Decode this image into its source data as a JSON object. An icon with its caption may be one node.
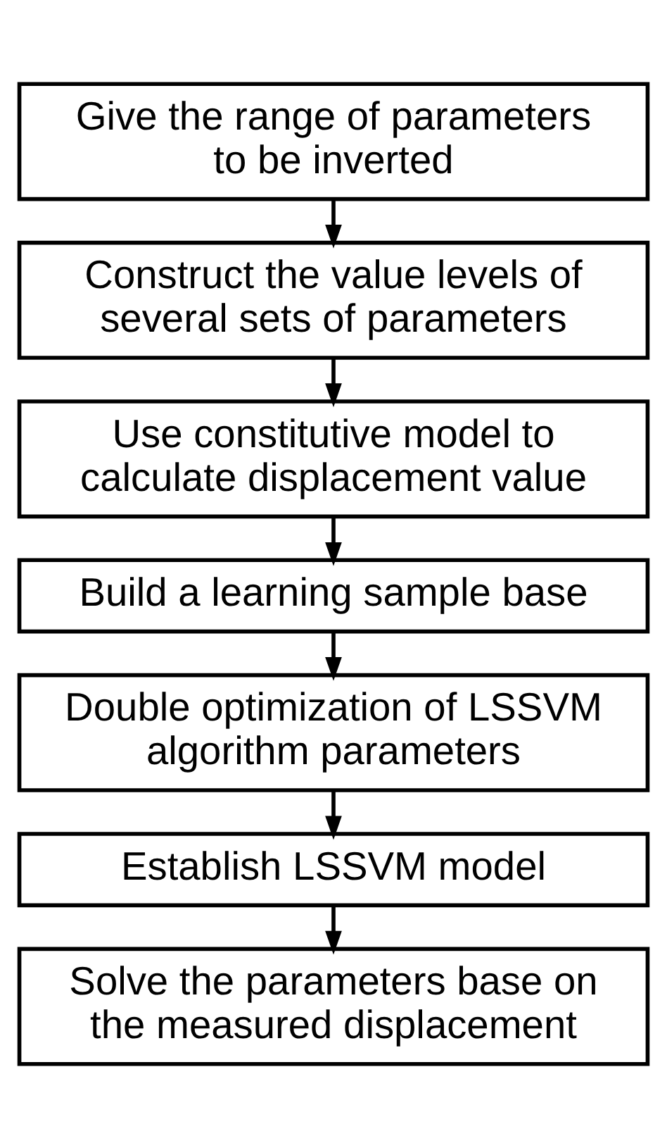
{
  "diagram": {
    "nodes": [
      {
        "text": [
          "Give the range of parameters to be inverted"
        ]
      },
      {
        "text": [
          "Construct the value levels of several sets of parameters"
        ]
      },
      {
        "text": [
          "Use constitutive model to calculate displacement value"
        ]
      },
      {
        "text": [
          "Build a learning sample base"
        ]
      },
      {
        "text": [
          "Double optimization of LSSVM algorithm parameters"
        ]
      },
      {
        "text": [
          "Establish LSSVM model"
        ]
      },
      {
        "text": [
          "Solve the parameters base on the measured displacement"
        ]
      }
    ],
    "edges": [
      {
        "from": 0,
        "to": 1,
        "arrow": "to"
      },
      {
        "from": 1,
        "to": 2,
        "arrow": "to"
      },
      {
        "from": 2,
        "to": 3,
        "arrow": "to"
      },
      {
        "from": 3,
        "to": 4,
        "arrow": "to"
      },
      {
        "from": 4,
        "to": 5,
        "arrow": "to"
      },
      {
        "from": 5,
        "to": 6,
        "arrow": "to"
      }
    ]
  }
}
